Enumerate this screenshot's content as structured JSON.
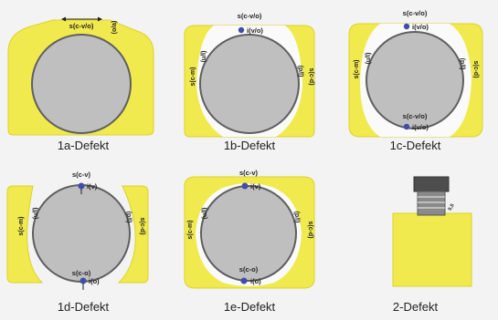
{
  "colors": {
    "tooth": "#f1ea4e",
    "toothEdge": "#dcd22a",
    "cavity": "#fafafa",
    "pin": "#bfbfbf",
    "pinEdge": "#5f5f5f",
    "dot": "#3f4ea8",
    "text": "#222222"
  },
  "panels": [
    {
      "caption": "1a-Defekt",
      "labels": {
        "sc_vo": "s(c-v/o)",
        "oa": "(o/a)"
      }
    },
    {
      "caption": "1b-Defekt",
      "labels": {
        "sc_vo": "s(c-v/o)",
        "i_vo": "i(v/o)",
        "ul": "(u/l)",
        "pl": "(p/l)",
        "sc_m": "s(c-m)",
        "sc_d": "s(c-d)"
      }
    },
    {
      "caption": "1c-Defekt",
      "labels": {
        "sc_vo_top": "s(c-v/o)",
        "i_vo_top": "i(v/o)",
        "ul": "(u/l)",
        "pl": "(p/l)",
        "sc_m": "s(c-m)",
        "sc_d": "s(c-d)",
        "sc_vo_bottom": "s(c-v/o)",
        "i_vo_bottom": "i(v/o)"
      }
    },
    {
      "caption": "1d-Defekt",
      "labels": {
        "sc_v": "s(c-v)",
        "i_v": "i(v)",
        "ul": "(u/l)",
        "pl": "(p/l)",
        "sc_m": "s(c-m)",
        "sc_d": "s(c-d)",
        "sc_o": "s(c-o)",
        "i_o": "i(o)"
      }
    },
    {
      "caption": "1e-Defekt",
      "labels": {
        "sc_v": "s(c-v)",
        "i_v": "i(v)",
        "ul": "(u/l)",
        "pl": "(p/l)",
        "sc_m": "s(c-m)",
        "sc_d": "s(c-d)",
        "sc_o": "s(c-o)",
        "i_o": "i(o)"
      }
    },
    {
      "caption": "2-Defekt",
      "labels": {
        "mark": "5,5"
      }
    }
  ]
}
